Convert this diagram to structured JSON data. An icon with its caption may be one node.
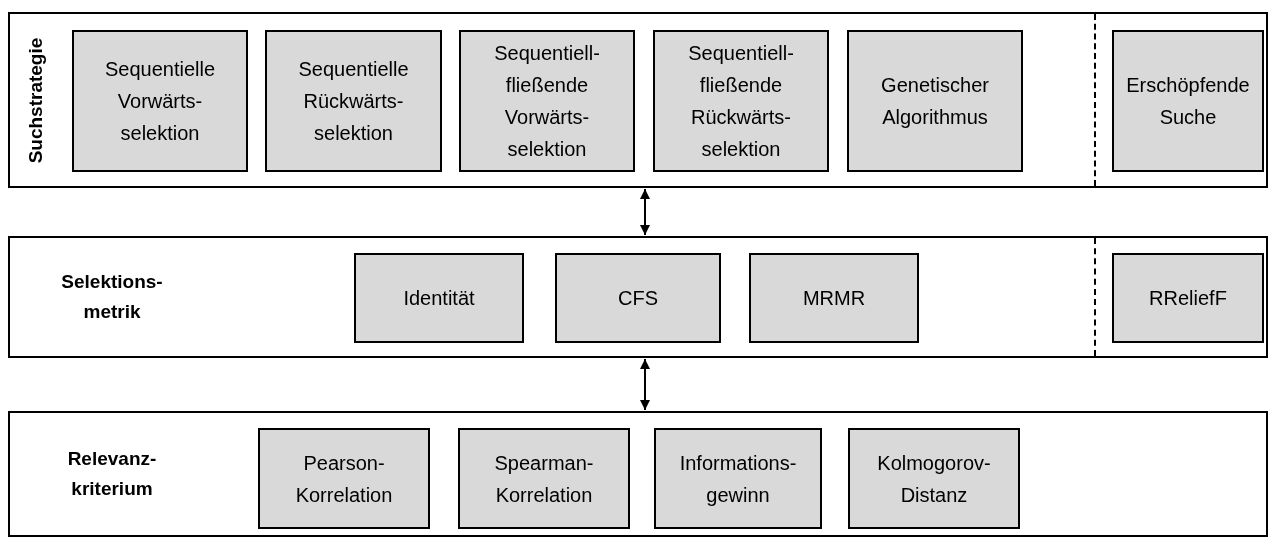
{
  "diagram": {
    "nodes": [
      {
        "text": [
          "Suchstrategie"
        ]
      },
      {
        "text": [
          "Sequentielle Vorwärts- selektion"
        ],
        "in": 0
      },
      {
        "text": [
          "Sequentielle Rückwärts- selektion"
        ],
        "in": 0
      },
      {
        "text": [
          "Sequentiell- fließende Vorwärts- selektion"
        ],
        "in": 0
      },
      {
        "text": [
          "Sequentiell- fließende Rückwärts- selektion"
        ],
        "in": 0
      },
      {
        "text": [
          "Genetischer Algorithmus"
        ],
        "in": 0
      },
      {
        "text": [
          "Erschöpfende Suche"
        ],
        "in": 0
      },
      {
        "text": [
          "Selektions- metrik"
        ]
      },
      {
        "text": [
          "Identität"
        ],
        "in": 7
      },
      {
        "text": [
          "CFS"
        ],
        "in": 7
      },
      {
        "text": [
          "MRMR"
        ],
        "in": 7
      },
      {
        "text": [
          "RReliefF"
        ],
        "in": 7
      },
      {
        "text": [
          "Relevanz- kriterium"
        ]
      },
      {
        "text": [
          "Pearson- Korrelation"
        ],
        "in": 12
      },
      {
        "text": [
          "Spearman- Korrelation"
        ],
        "in": 12
      },
      {
        "text": [
          "Informations- gewinn"
        ],
        "in": 12
      },
      {
        "text": [
          "Kolmogorov- Distanz"
        ],
        "in": 12
      }
    ],
    "edges": [
      {
        "from": 0,
        "to": 7,
        "arrow": "both"
      },
      {
        "from": 7,
        "to": 12,
        "arrow": "both"
      }
    ]
  }
}
